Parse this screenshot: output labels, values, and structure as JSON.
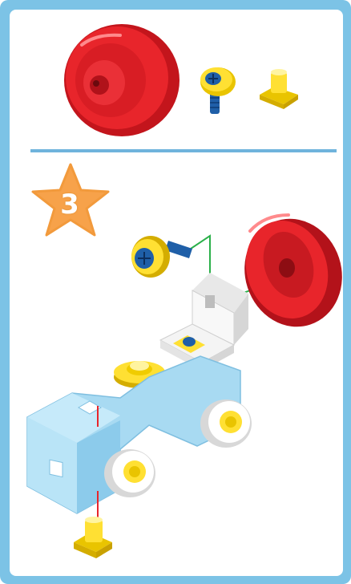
{
  "step": {
    "number": "3"
  },
  "colors": {
    "frame": "#7cc3e6",
    "divider": "#6fb3dc",
    "star": "#f7a24a",
    "red": "#e8252b",
    "yellow": "#ffe033",
    "blue_screw": "#1f5fa8",
    "light_blue_body": "#a8daf2",
    "white_part": "#f4f4f4",
    "guide_line": "#2bb04a"
  },
  "parts_list": [
    {
      "name": "wheel-dome"
    },
    {
      "name": "screw"
    },
    {
      "name": "nut"
    }
  ]
}
